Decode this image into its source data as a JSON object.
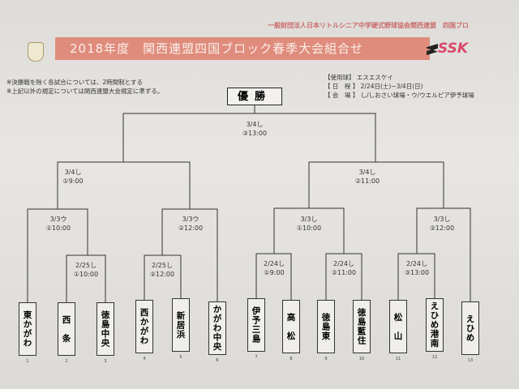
{
  "header": {
    "organization": "一般財団法人日本リトルシニア中学硬式野球協会関西連盟　四国ブロ",
    "title": "2018年度　関西連盟四国ブロック春季大会組合せ",
    "sponsor": "SSK"
  },
  "notes": [
    "※決勝戦を除く各試合については、2時間制とする",
    "※上記以外の規定については関西連盟大会規定に準ずる。"
  ],
  "info": [
    "【使用球】 エスエスケイ",
    "【 日　程 】 2/24日(土)~3/4日(日)",
    "【 会　場 】 し/しおさい球場・ウ/ウエルピア伊予球場"
  ],
  "champion": "優勝",
  "matches": {
    "final": [
      "3/4し",
      "③13:00"
    ],
    "semi1": [
      "3/4し",
      "①9:00"
    ],
    "semi2": [
      "3/4し",
      "②11:00"
    ],
    "qf1": [
      "3/3ウ",
      "①10:00"
    ],
    "qf2": [
      "3/3ウ",
      "②12:00"
    ],
    "qf3": [
      "3/3し",
      "①10:00"
    ],
    "qf4": [
      "3/3し",
      "②12:00"
    ],
    "r1a": [
      "2/25し",
      "①10:00"
    ],
    "r1b": [
      "2/25し",
      "②12:00"
    ],
    "r1c": [
      "2/24し",
      "①9:00"
    ],
    "r1d": [
      "2/24し",
      "②11:00"
    ],
    "r1e": [
      "2/24し",
      "③13:00"
    ]
  },
  "teams": [
    {
      "name": "東かがわ",
      "num": "1"
    },
    {
      "name": "西　条",
      "num": "2"
    },
    {
      "name": "徳島中央",
      "num": "3"
    },
    {
      "name": "西かがわ",
      "num": "4"
    },
    {
      "name": "新居浜",
      "num": "5"
    },
    {
      "name": "かがわ中央",
      "num": "6"
    },
    {
      "name": "伊予三島",
      "num": "7"
    },
    {
      "name": "高　松",
      "num": "8"
    },
    {
      "name": "徳島東",
      "num": "9"
    },
    {
      "name": "徳島藍住",
      "num": "10"
    },
    {
      "name": "松　山",
      "num": "11"
    },
    {
      "name": "えひめ港南",
      "num": "12"
    },
    {
      "name": "えひめ",
      "num": "13"
    }
  ]
}
